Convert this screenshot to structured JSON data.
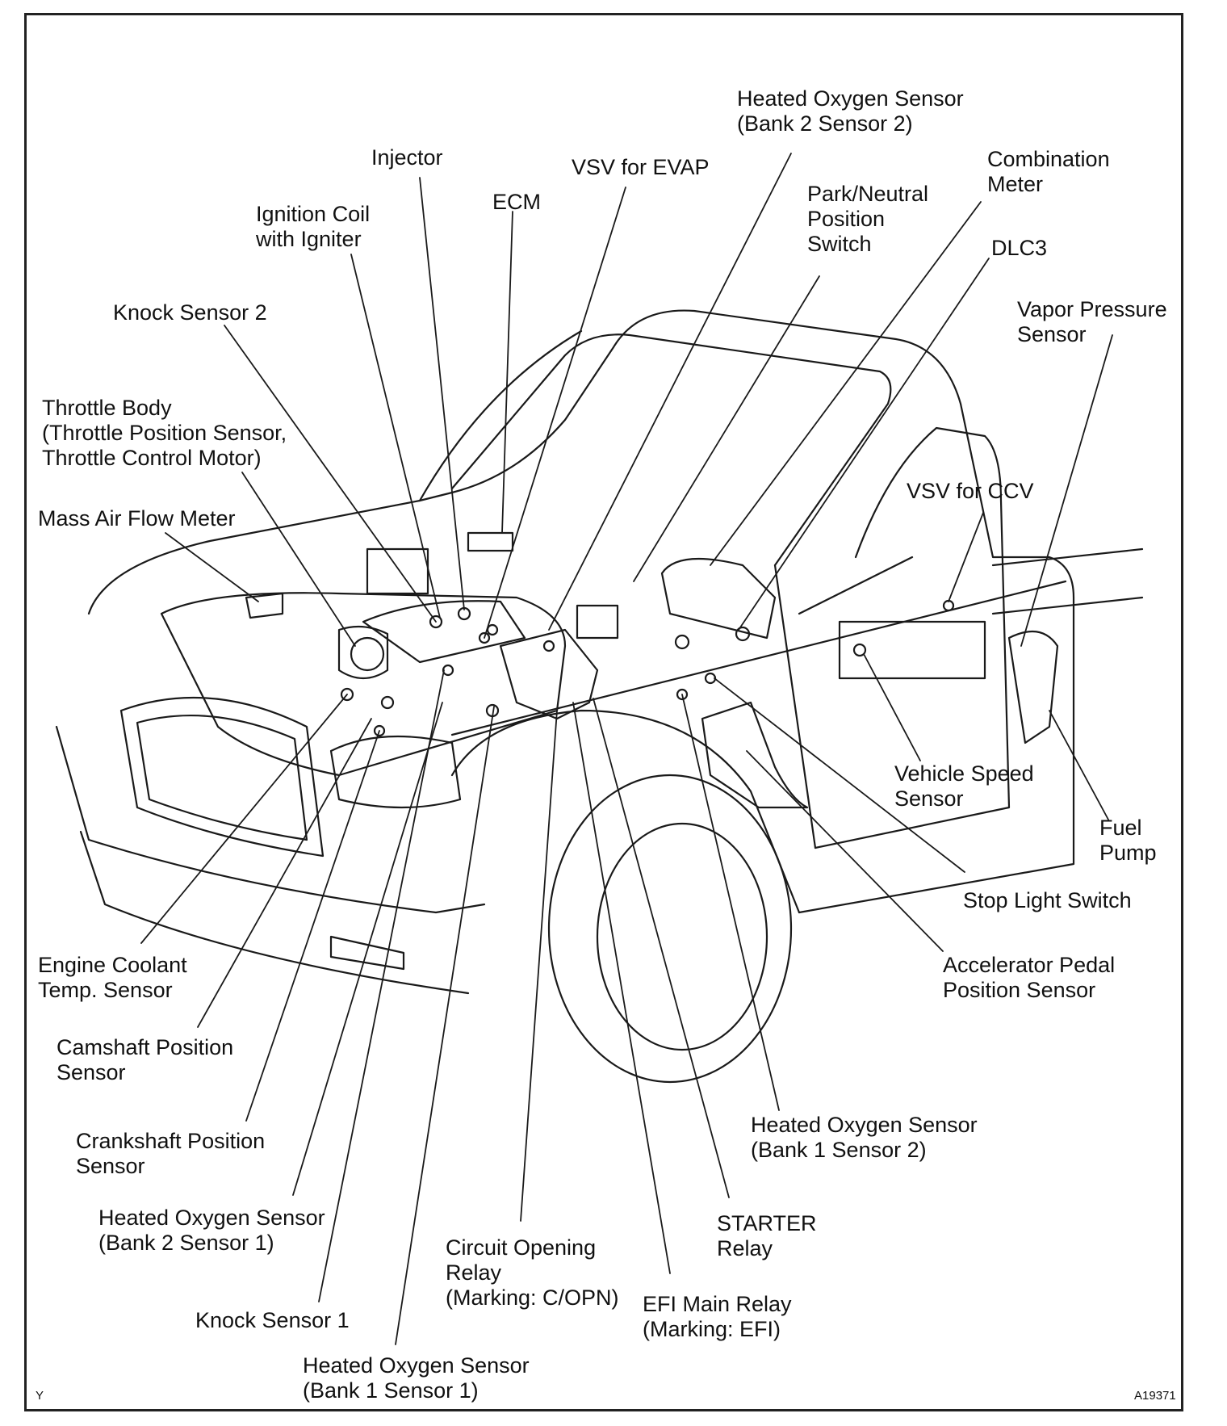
{
  "labels": {
    "heated_o2_b2s2": "Heated Oxygen Sensor\n(Bank 2 Sensor 2)",
    "injector": "Injector",
    "vsv_evap": "VSV for EVAP",
    "combination_meter": "Combination\nMeter",
    "ecm": "ECM",
    "park_neutral": "Park/Neutral\nPosition\nSwitch",
    "ignition_coil": "Ignition Coil\nwith Igniter",
    "dlc3": "DLC3",
    "knock_sensor_2": "Knock Sensor 2",
    "vapor_pressure": "Vapor Pressure\nSensor",
    "throttle_body": "Throttle Body\n(Throttle Position Sensor,\nThrottle Control Motor)",
    "vsv_ccv": "VSV for CCV",
    "mass_air_flow": "Mass Air Flow Meter",
    "vehicle_speed": "Vehicle Speed\nSensor",
    "fuel_pump": "Fuel\nPump",
    "stop_light": "Stop Light Switch",
    "engine_coolant": "Engine Coolant\nTemp. Sensor",
    "accelerator_pedal": "Accelerator Pedal\nPosition Sensor",
    "camshaft": "Camshaft Position\nSensor",
    "heated_o2_b1s2": "Heated Oxygen Sensor\n(Bank 1 Sensor 2)",
    "crankshaft": "Crankshaft Position\nSensor",
    "heated_o2_b2s1": "Heated Oxygen Sensor\n(Bank 2 Sensor 1)",
    "starter_relay": "STARTER\nRelay",
    "circuit_opening": "Circuit Opening\nRelay\n(Marking: C/OPN)",
    "efi_main": "EFI Main Relay\n(Marking: EFI)",
    "knock_sensor_1": "Knock Sensor 1",
    "heated_o2_b1s1": "Heated Oxygen Sensor\n(Bank 1 Sensor 1)"
  },
  "corner": {
    "left": "Y",
    "right": "A19371"
  }
}
